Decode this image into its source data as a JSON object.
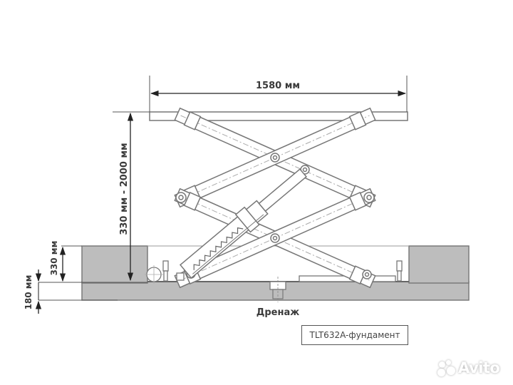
{
  "diagram": {
    "subject": "Scissor lift foundation pit drawing",
    "dimensions": {
      "platform_width": "1580 мм",
      "lift_height_range": "330 мм - 2000 мм",
      "pit_depth": "330 мм",
      "base_thickness": "180 мм"
    },
    "labels": {
      "drain": "Дренаж"
    },
    "caption": "TLT632A-фундамент",
    "watermark": "Avito",
    "colors": {
      "line": "#6b6b6b",
      "concrete_fill": "#bdbdbd",
      "concrete_edge": "#7a7a7a",
      "dim_line": "#333333",
      "text": "#3a3a3a"
    }
  }
}
